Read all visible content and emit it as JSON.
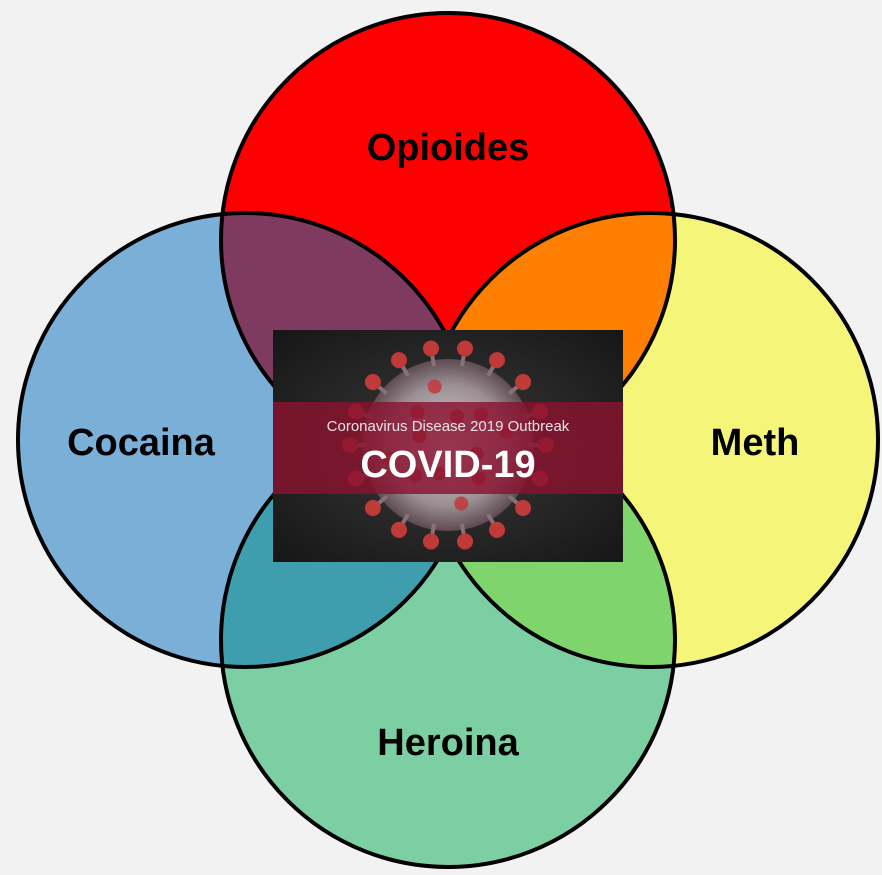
{
  "circles": {
    "top": {
      "label": "Opioides",
      "color": "#ff0000"
    },
    "left": {
      "label": "Cocaina",
      "color": "#7aafd8"
    },
    "right": {
      "label": "Meth",
      "color": "#f5f579"
    },
    "bottom": {
      "label": "Heroina",
      "color": "#7ccfa2"
    }
  },
  "overlap_colors": {
    "top_left": "#7e3b5f",
    "top_right": "#ff8000",
    "bottom_left": "#3e9eae",
    "bottom_right": "#80d46c"
  },
  "center_image": {
    "caption": "Coronavirus Disease 2019 Outbreak",
    "title": "COVID-19",
    "band_color": "#8a1230",
    "background_color": "#262626",
    "virus_color": "#c03a3a"
  },
  "outline_color": "#000000",
  "background_color": "#f2f2f2"
}
